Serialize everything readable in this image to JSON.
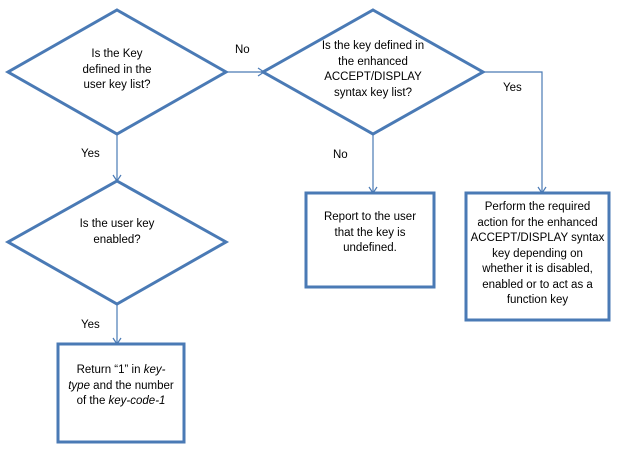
{
  "nodes": {
    "decision_user_list": {
      "lines": [
        "Is the Key",
        "defined in the",
        "user key list?"
      ]
    },
    "decision_enhanced_list": {
      "lines": [
        "Is the key defined in",
        "the enhanced",
        "ACCEPT/DISPLAY",
        "syntax key list?"
      ]
    },
    "decision_enabled": {
      "lines": [
        "Is the user key",
        "enabled?"
      ]
    },
    "process_report_undefined": {
      "lines": [
        "Report to the user",
        "that the key is",
        "undefined."
      ]
    },
    "process_perform_action": {
      "lines": [
        "Perform the required",
        "action for the enhanced",
        "ACCEPT/DISPLAY syntax",
        "key depending on",
        "whether it is disabled,",
        "enabled or to act as a",
        "function key"
      ]
    },
    "process_return": {
      "line1_a": "Return “1” in ",
      "line1_b": "key-",
      "line2_a": "type",
      "line2_b": " and the number",
      "line3_a": "of the ",
      "line3_b": "key-code-1"
    }
  },
  "edges": {
    "no_1": "No",
    "no_2": "No",
    "yes_1": "Yes",
    "yes_2": "Yes",
    "yes_3": "Yes"
  },
  "colors": {
    "stroke": "#4a7ab5",
    "fill": "#ffffff",
    "text": "#000000"
  }
}
